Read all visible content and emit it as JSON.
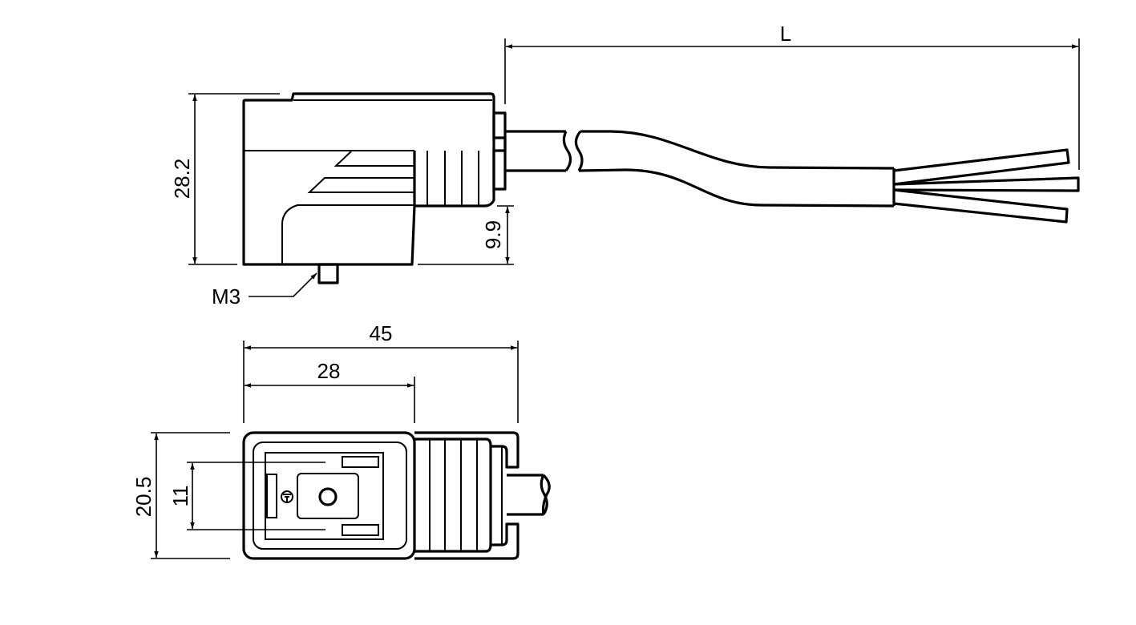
{
  "title": "Valve connector dimensional drawing",
  "dimensions": {
    "cable_length": "L",
    "height": "28.2",
    "cable_offset": "9.9",
    "thread": "M3",
    "width_overall": "45",
    "width_body": "28",
    "depth": "20.5",
    "pin_spacing": "11"
  },
  "colors": {
    "line": "#000000",
    "background": "#ffffff"
  }
}
